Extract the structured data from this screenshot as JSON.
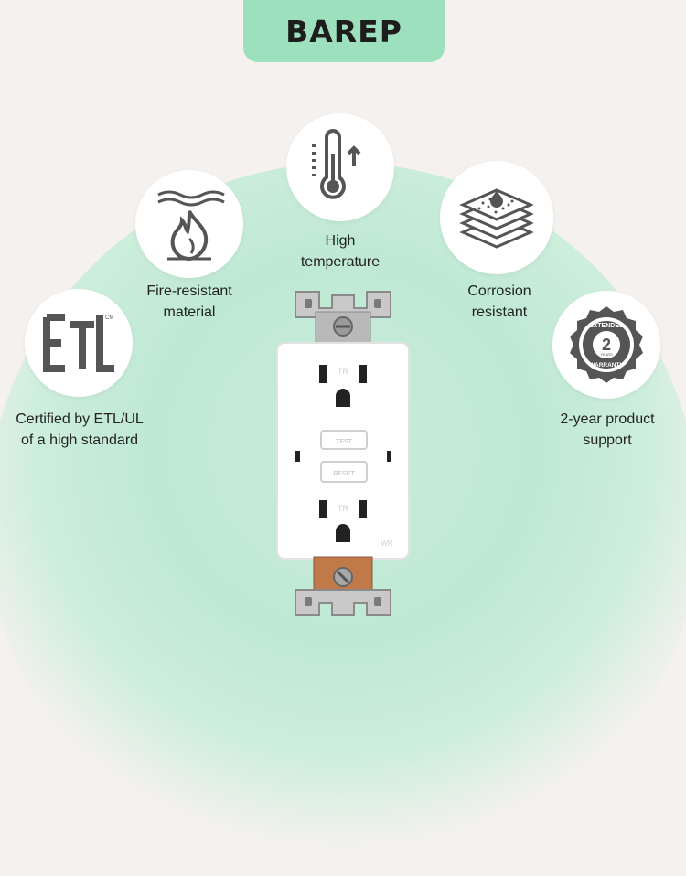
{
  "brand": {
    "logo_text": "BAREP",
    "logo_bg": "#9de0bd"
  },
  "colors": {
    "accent_green": "#bfe9d4",
    "icon_gray": "#555555",
    "background": "#f4f1ee"
  },
  "features": [
    {
      "id": "etl",
      "icon": "etl-logo-icon",
      "line1": "Certified by ETL/UL",
      "line2": "of a high standard"
    },
    {
      "id": "fire",
      "icon": "flame-icon",
      "line1": "Fire-resistant",
      "line2": "material"
    },
    {
      "id": "temp",
      "icon": "thermometer-icon",
      "line1": "High",
      "line2": "temperature"
    },
    {
      "id": "corrosion",
      "icon": "layers-icon",
      "line1": "Corrosion",
      "line2": "resistant"
    },
    {
      "id": "warranty",
      "icon": "warranty-badge-icon",
      "line1": "2-year product",
      "line2": "support"
    }
  ],
  "etl_logo": {
    "letters": "ETL",
    "mark": "CM"
  },
  "warranty_badge": {
    "top": "EXTENDED",
    "number": "2",
    "years": "YEARS",
    "bottom": "WARRANTY"
  },
  "product": {
    "name": "gfci-outlet",
    "test_label": "TEST",
    "reset_label": "RESET",
    "tr_top": "TR",
    "tr_bottom": "TR",
    "wr_label": "WR"
  }
}
